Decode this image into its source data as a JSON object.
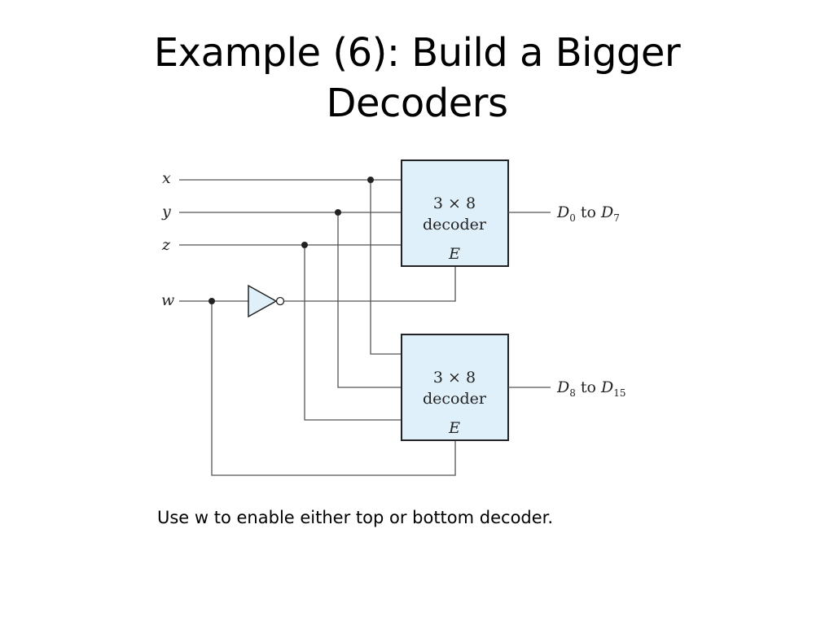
{
  "slide": {
    "title_line1": "Example (6): Build a Bigger",
    "title_line2": "Decoders",
    "caption": "Use w to enable either top or bottom decoder."
  },
  "diagram": {
    "inputs": [
      "x",
      "y",
      "z",
      "w"
    ],
    "decoders": [
      {
        "label_size": "3 × 8",
        "label_type": "decoder",
        "enable": "E",
        "output_from_var": "D",
        "output_from_sub": "0",
        "output_to": "to",
        "output_to_var": "D",
        "output_to_sub": "7"
      },
      {
        "label_size": "3 × 8",
        "label_type": "decoder",
        "enable": "E",
        "output_from_var": "D",
        "output_from_sub": "8",
        "output_to": "to",
        "output_to_var": "D",
        "output_to_sub": "15"
      }
    ],
    "colors": {
      "decoder_fill": "#dff0fa",
      "wire": "#555555",
      "outline": "#222222"
    }
  }
}
